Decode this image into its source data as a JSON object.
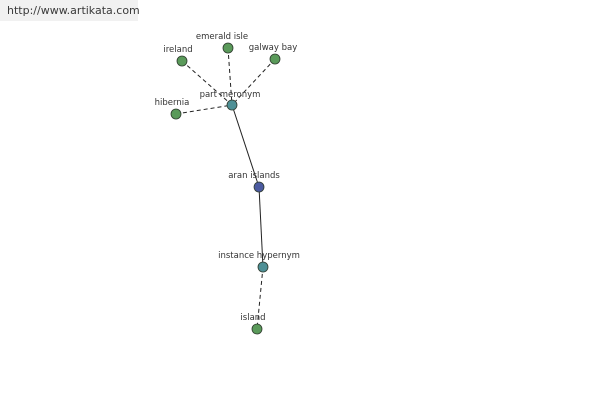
{
  "site_link": "http://www.artikata.com",
  "colors": {
    "leaf": "#5a9a5a",
    "relation": "#4e9096",
    "center": "#4b5aa0",
    "node_stroke": "#2e3a2e",
    "edge": "#222222"
  },
  "nodes": [
    {
      "id": "ireland",
      "label": "ireland",
      "kind": "leaf"
    },
    {
      "id": "emerald_isle",
      "label": "emerald isle",
      "kind": "leaf"
    },
    {
      "id": "galway_bay",
      "label": "galway bay",
      "kind": "leaf"
    },
    {
      "id": "hibernia",
      "label": "hibernia",
      "kind": "leaf"
    },
    {
      "id": "part_meronym",
      "label": "part meronym",
      "kind": "relation"
    },
    {
      "id": "aran_islands",
      "label": "aran islands",
      "kind": "center"
    },
    {
      "id": "instance_hypernym",
      "label": "instance hypernym",
      "kind": "relation"
    },
    {
      "id": "island",
      "label": "island",
      "kind": "leaf"
    }
  ],
  "edges": [
    {
      "from": "ireland",
      "to": "part_meronym",
      "style": "dashed"
    },
    {
      "from": "emerald_isle",
      "to": "part_meronym",
      "style": "dashed"
    },
    {
      "from": "galway_bay",
      "to": "part_meronym",
      "style": "dashed"
    },
    {
      "from": "hibernia",
      "to": "part_meronym",
      "style": "dashed"
    },
    {
      "from": "part_meronym",
      "to": "aran_islands",
      "style": "solid"
    },
    {
      "from": "aran_islands",
      "to": "instance_hypernym",
      "style": "solid"
    },
    {
      "from": "instance_hypernym",
      "to": "island",
      "style": "dashed"
    }
  ]
}
